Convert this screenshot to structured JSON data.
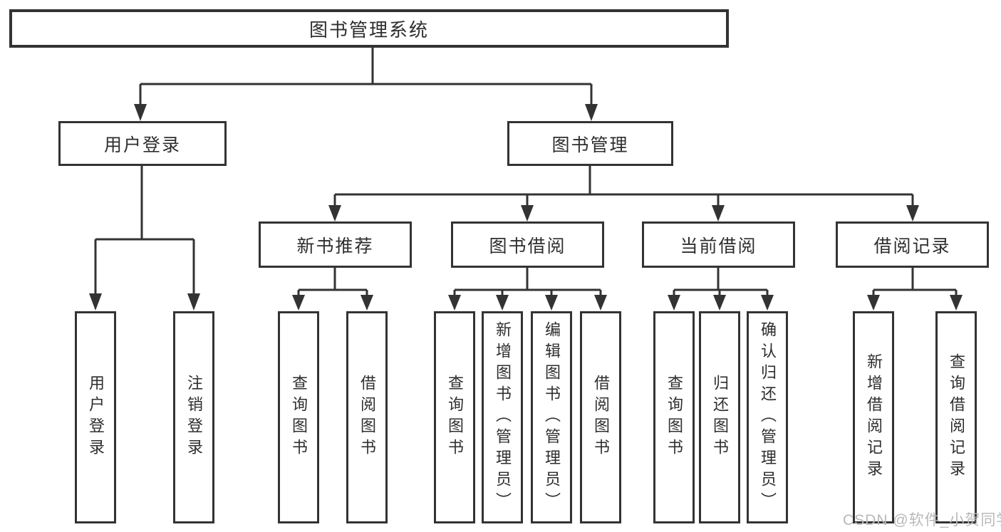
{
  "colors": {
    "line": "#333333",
    "box_border": "#333333",
    "box_fill": "#ffffff",
    "text": "#2e2e2e",
    "background": "#ffffff",
    "watermark": "#b9b9b9"
  },
  "watermark": {
    "text": "CSDN @软件_小贺同学"
  },
  "tree": {
    "root": {
      "label": "图书管理系统"
    },
    "branches": [
      {
        "label": "用户登录",
        "children": [
          {
            "label": "用户登录"
          },
          {
            "label": "注销登录"
          }
        ]
      },
      {
        "label": "图书管理",
        "children": [
          {
            "label": "新书推荐",
            "children": [
              {
                "label": "查询图书"
              },
              {
                "label": "借阅图书"
              }
            ]
          },
          {
            "label": "图书借阅",
            "children": [
              {
                "label": "查询图书"
              },
              {
                "label": "新增图书（管理员）"
              },
              {
                "label": "编辑图书（管理员）"
              },
              {
                "label": "借阅图书"
              }
            ]
          },
          {
            "label": "当前借阅",
            "children": [
              {
                "label": "查询图书"
              },
              {
                "label": "归还图书"
              },
              {
                "label": "确认归还（管理员）"
              }
            ]
          },
          {
            "label": "借阅记录",
            "children": [
              {
                "label": "新增借阅记录"
              },
              {
                "label": "查询借阅记录"
              }
            ]
          }
        ]
      }
    ]
  }
}
